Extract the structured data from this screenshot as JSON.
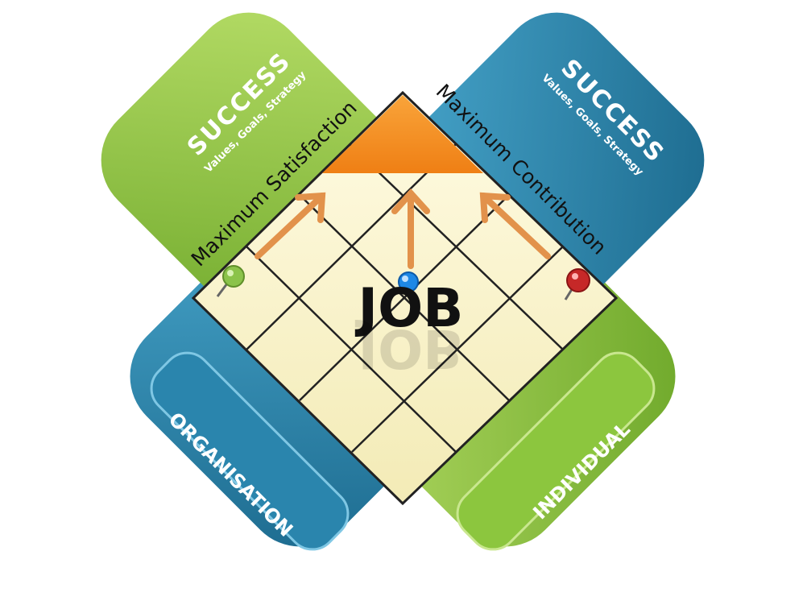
{
  "center": {
    "title": "JOB"
  },
  "panels": {
    "left_top": {
      "heading": "SUCCESS",
      "subheading": "Values, Goals, Strategy",
      "band": "Maximum Satisfaction"
    },
    "right_top": {
      "heading": "SUCCESS",
      "subheading": "Values, Goals, Strategy",
      "band": "Maximum Contribution"
    },
    "left_bottom": {
      "label": "ORGANISATION"
    },
    "right_bottom": {
      "label": "INDIVIDUAL"
    }
  },
  "colors": {
    "green": "#8dc63f",
    "green_dark": "#6fa52b",
    "blue": "#2f8fb7",
    "blue_dark": "#1f6f92",
    "grid_fill": "#fbf6cf",
    "orange": "#f7941d",
    "arrow": "#e2924b",
    "pin_green": "#8bc34a",
    "pin_blue": "#1e88e5",
    "pin_red": "#c62828"
  },
  "icons": [
    "pushpin-green-icon",
    "pushpin-blue-icon",
    "pushpin-red-icon",
    "arrow-up-icon"
  ]
}
